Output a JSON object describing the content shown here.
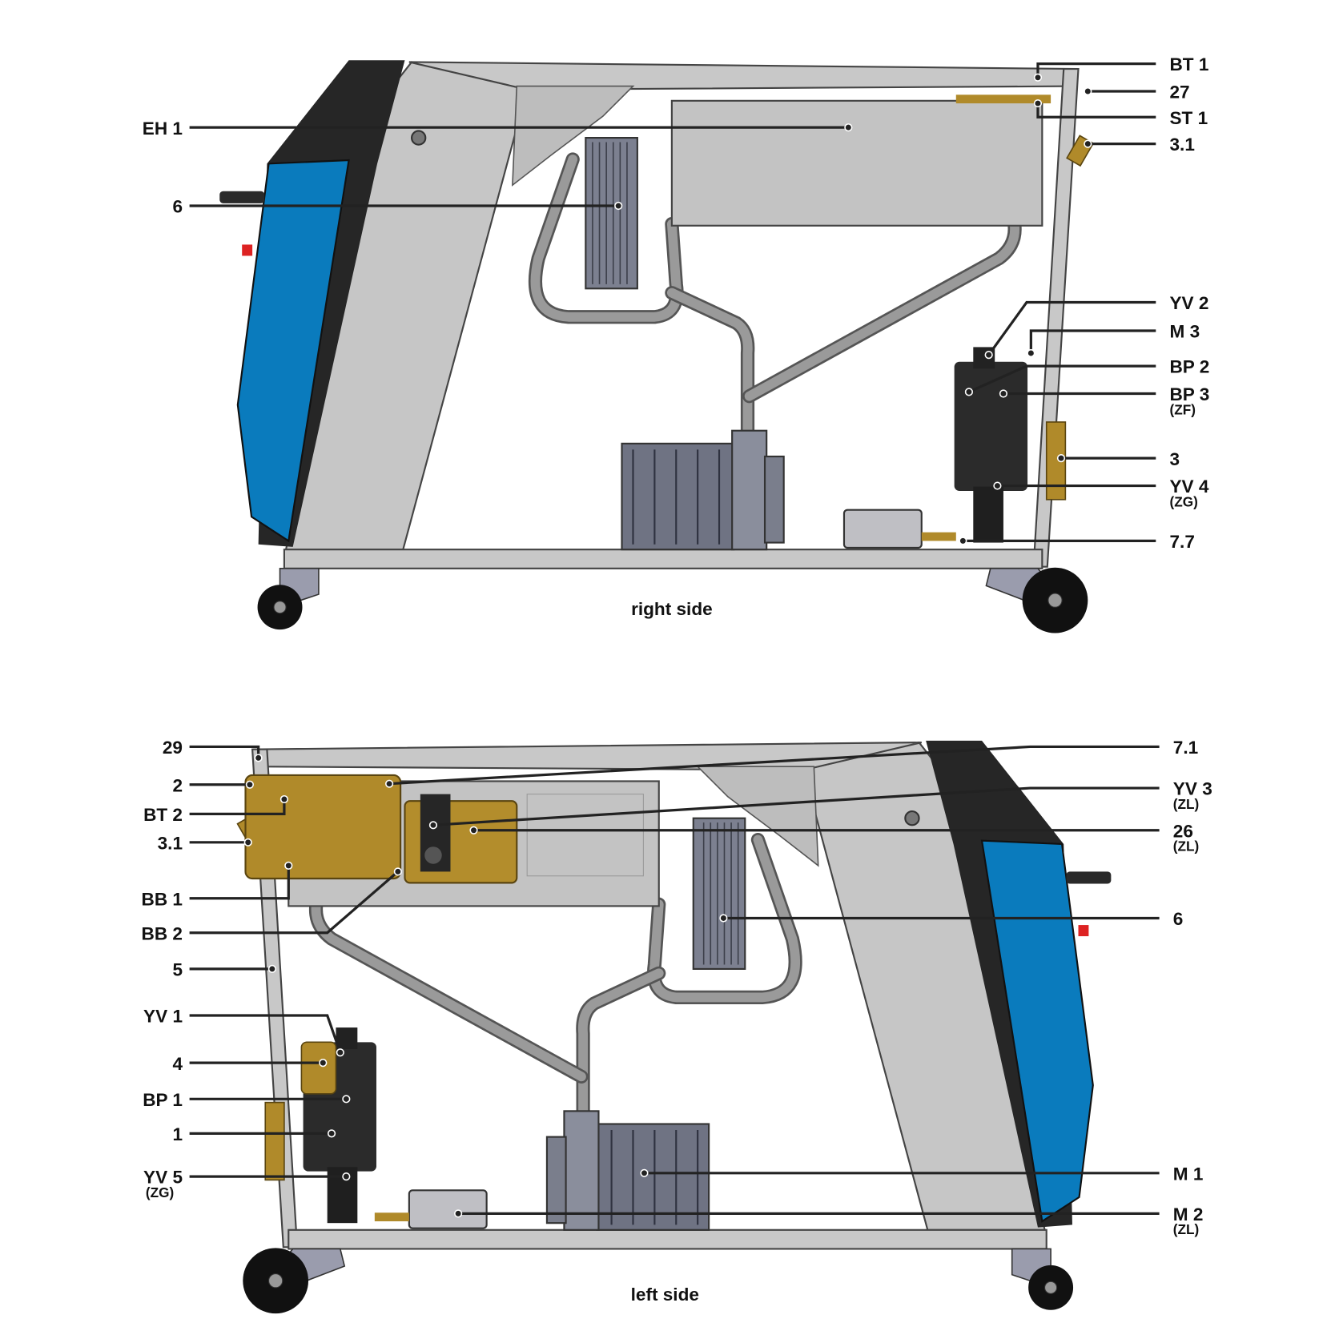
{
  "diagrams": [
    {
      "caption": "right side",
      "labels": [
        {
          "text": "EH 1"
        },
        {
          "text": "6"
        },
        {
          "text": "BT 1"
        },
        {
          "text": "27"
        },
        {
          "text": "ST 1"
        },
        {
          "text": "3.1"
        },
        {
          "text": "YV 2"
        },
        {
          "text": "M 3"
        },
        {
          "text": "BP 2"
        },
        {
          "text": "BP 3",
          "sub": "(ZF)"
        },
        {
          "text": "3"
        },
        {
          "text": "YV 4",
          "sub": "(ZG)"
        },
        {
          "text": "7.7"
        }
      ]
    },
    {
      "caption": "left side",
      "labels": [
        {
          "text": "29"
        },
        {
          "text": "2"
        },
        {
          "text": "BT 2"
        },
        {
          "text": "3.1"
        },
        {
          "text": "BB 1"
        },
        {
          "text": "BB 2"
        },
        {
          "text": "5"
        },
        {
          "text": "YV 1"
        },
        {
          "text": "4"
        },
        {
          "text": "BP 1"
        },
        {
          "text": "1"
        },
        {
          "text": "YV 5",
          "sub": "(ZG)"
        },
        {
          "text": "7.1"
        },
        {
          "text": "YV 3",
          "sub": "(ZL)"
        },
        {
          "text": "26",
          "sub": "(ZL)"
        },
        {
          "text": "6"
        },
        {
          "text": "M 1"
        },
        {
          "text": "M 2",
          "sub": "(ZL)"
        }
      ]
    }
  ],
  "colors": {
    "panel_blue": "#0a7bbd",
    "frame_grey": "#c4c4c4",
    "brass": "#b08a2a",
    "dark": "#222222"
  }
}
